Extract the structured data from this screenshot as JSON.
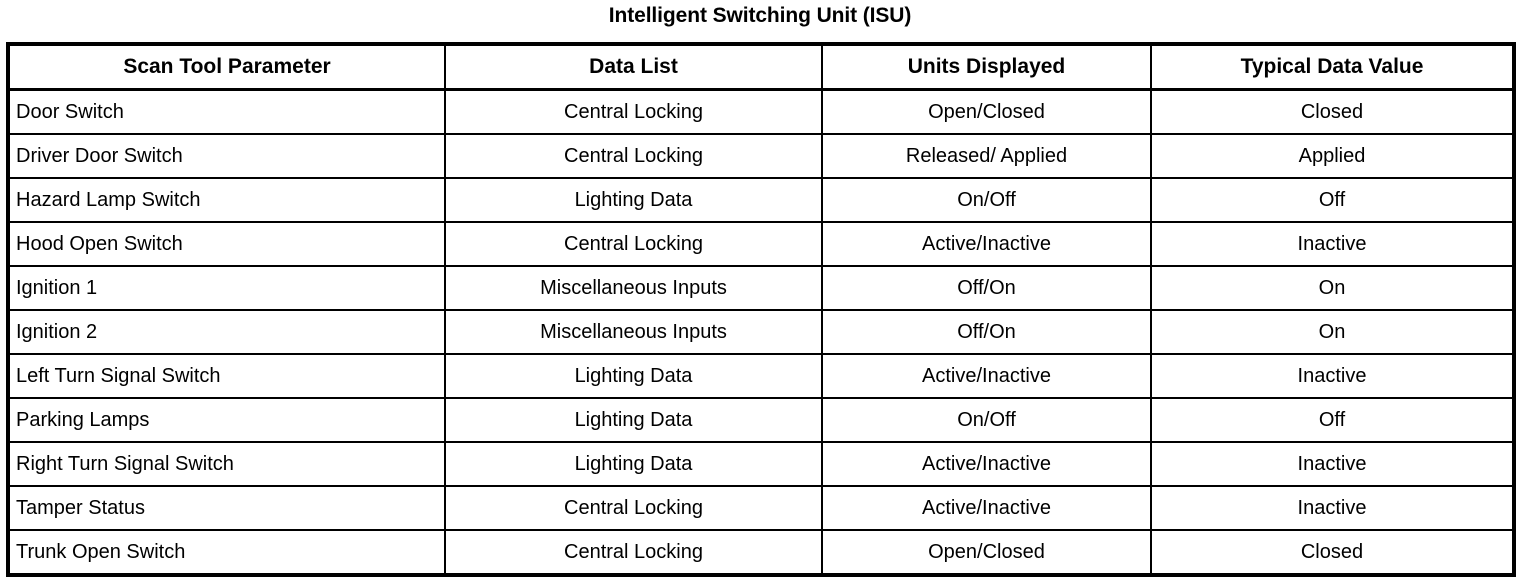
{
  "document": {
    "title": "Intelligent Switching Unit (ISU)"
  },
  "table": {
    "headers": [
      "Scan Tool Parameter",
      "Data List",
      "Units Displayed",
      "Typical Data Value"
    ],
    "rows": [
      {
        "parameter": "Door Switch",
        "data_list": "Central Locking",
        "units_displayed": "Open/Closed",
        "typical_value": "Closed"
      },
      {
        "parameter": "Driver Door Switch",
        "data_list": "Central Locking",
        "units_displayed": "Released/ Applied",
        "typical_value": "Applied"
      },
      {
        "parameter": "Hazard Lamp Switch",
        "data_list": "Lighting Data",
        "units_displayed": "On/Off",
        "typical_value": "Off"
      },
      {
        "parameter": "Hood Open Switch",
        "data_list": "Central Locking",
        "units_displayed": "Active/Inactive",
        "typical_value": "Inactive"
      },
      {
        "parameter": "Ignition 1",
        "data_list": "Miscellaneous Inputs",
        "units_displayed": "Off/On",
        "typical_value": "On"
      },
      {
        "parameter": "Ignition 2",
        "data_list": "Miscellaneous Inputs",
        "units_displayed": "Off/On",
        "typical_value": "On"
      },
      {
        "parameter": "Left Turn Signal Switch",
        "data_list": "Lighting Data",
        "units_displayed": "Active/Inactive",
        "typical_value": "Inactive"
      },
      {
        "parameter": "Parking Lamps",
        "data_list": "Lighting Data",
        "units_displayed": "On/Off",
        "typical_value": "Off"
      },
      {
        "parameter": "Right Turn Signal Switch",
        "data_list": "Lighting Data",
        "units_displayed": "Active/Inactive",
        "typical_value": "Inactive"
      },
      {
        "parameter": "Tamper Status",
        "data_list": "Central Locking",
        "units_displayed": "Active/Inactive",
        "typical_value": "Inactive"
      },
      {
        "parameter": "Trunk Open Switch",
        "data_list": "Central Locking",
        "units_displayed": "Open/Closed",
        "typical_value": "Closed"
      }
    ]
  },
  "colors": {
    "text": "#000000",
    "background": "#ffffff",
    "border": "#000000"
  }
}
